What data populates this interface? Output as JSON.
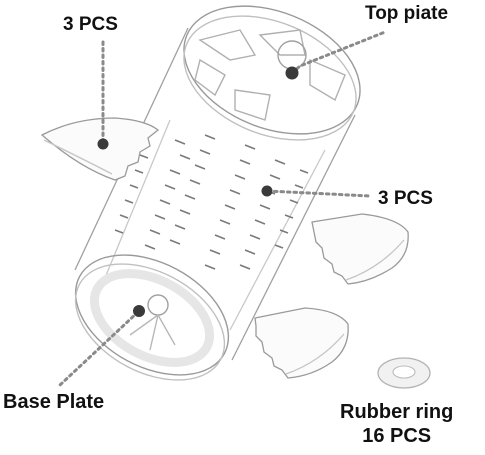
{
  "labels": {
    "shelf_count_top": "3 PCS",
    "top_plate": "Top piate",
    "shelf_count_mid": "3 PCS",
    "base_plate": "Base Plate",
    "rubber_ring": "Rubber ring",
    "rubber_ring_count": "16 PCS"
  },
  "colors": {
    "outline": "#9a9a9a",
    "leader_line": "#8a8a8a",
    "marker": "#3a3a3a",
    "text": "#111111"
  }
}
